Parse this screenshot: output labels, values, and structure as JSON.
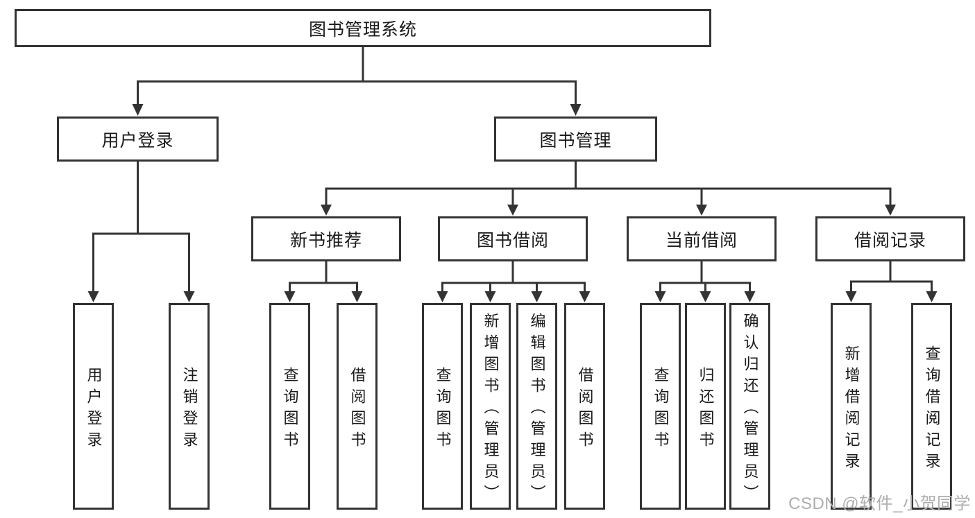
{
  "tree": {
    "root": "图书管理系统",
    "branches": [
      {
        "label": "用户登录",
        "leaves": [
          "用户登录",
          "注销登录"
        ]
      },
      {
        "label": "图书管理",
        "groups": [
          {
            "label": "新书推荐",
            "leaves": [
              "查询图书",
              "借阅图书"
            ]
          },
          {
            "label": "图书借阅",
            "leaves": [
              "查询图书",
              "新增图书（管理员）",
              "编辑图书（管理员）",
              "借阅图书"
            ]
          },
          {
            "label": "当前借阅",
            "leaves": [
              "查询图书",
              "归还图书",
              "确认归还（管理员）"
            ]
          },
          {
            "label": "借阅记录",
            "leaves": [
              "新增借阅记录",
              "查询借阅记录"
            ]
          }
        ]
      }
    ]
  },
  "watermark": "CSDN @软件_小贺同学",
  "colors": {
    "line": "#333333",
    "box_border": "#333333",
    "text": "#1a1a1a",
    "background": "#ffffff",
    "watermark": "#adadad"
  }
}
